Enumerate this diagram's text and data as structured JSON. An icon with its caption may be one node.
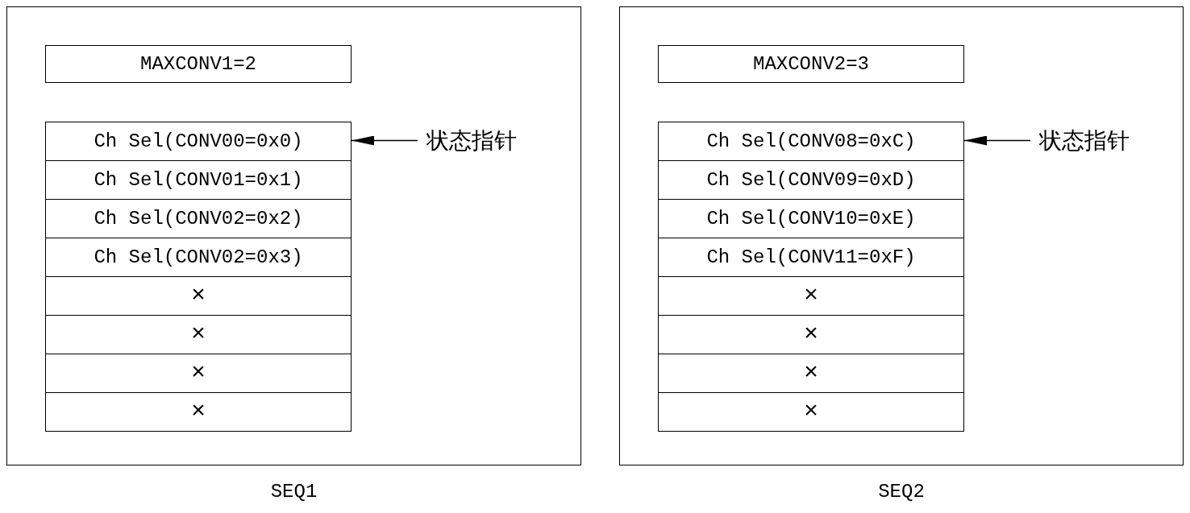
{
  "diagram": {
    "nodes": [
      {
        "text": [
          "SEQ1"
        ]
      },
      {
        "text": [
          "MAXCONV1=2"
        ],
        "in": 0
      },
      {
        "text": [
          "Ch Sel(CONV00=0x0)"
        ],
        "in": 0
      },
      {
        "text": [
          "Ch Sel(CONV01=0x1)"
        ],
        "in": 0
      },
      {
        "text": [
          "Ch Sel(CONV02=0x2)"
        ],
        "in": 0
      },
      {
        "text": [
          "Ch Sel(CONV02=0x3)"
        ],
        "in": 0
      },
      {
        "text": [
          "×"
        ],
        "in": 0
      },
      {
        "text": [
          "×"
        ],
        "in": 0
      },
      {
        "text": [
          "×"
        ],
        "in": 0
      },
      {
        "text": [
          "×"
        ],
        "in": 0
      },
      {
        "text": [
          "状态指针"
        ],
        "in": 0
      },
      {
        "text": [
          "SEQ2"
        ]
      },
      {
        "text": [
          "MAXCONV2=3"
        ],
        "in": 11
      },
      {
        "text": [
          "Ch Sel(CONV08=0xC)"
        ],
        "in": 11
      },
      {
        "text": [
          "Ch Sel(CONV09=0xD)"
        ],
        "in": 11
      },
      {
        "text": [
          "Ch Sel(CONV10=0xE)"
        ],
        "in": 11
      },
      {
        "text": [
          "Ch Sel(CONV11=0xF)"
        ],
        "in": 11
      },
      {
        "text": [
          "×"
        ],
        "in": 11
      },
      {
        "text": [
          "×"
        ],
        "in": 11
      },
      {
        "text": [
          "×"
        ],
        "in": 11
      },
      {
        "text": [
          "×"
        ],
        "in": 11
      },
      {
        "text": [
          "状态指针"
        ],
        "in": 11
      }
    ],
    "edges": [
      {
        "from": 10,
        "to": 2,
        "arrow": "to"
      },
      {
        "from": 21,
        "to": 13,
        "arrow": "to"
      }
    ]
  }
}
